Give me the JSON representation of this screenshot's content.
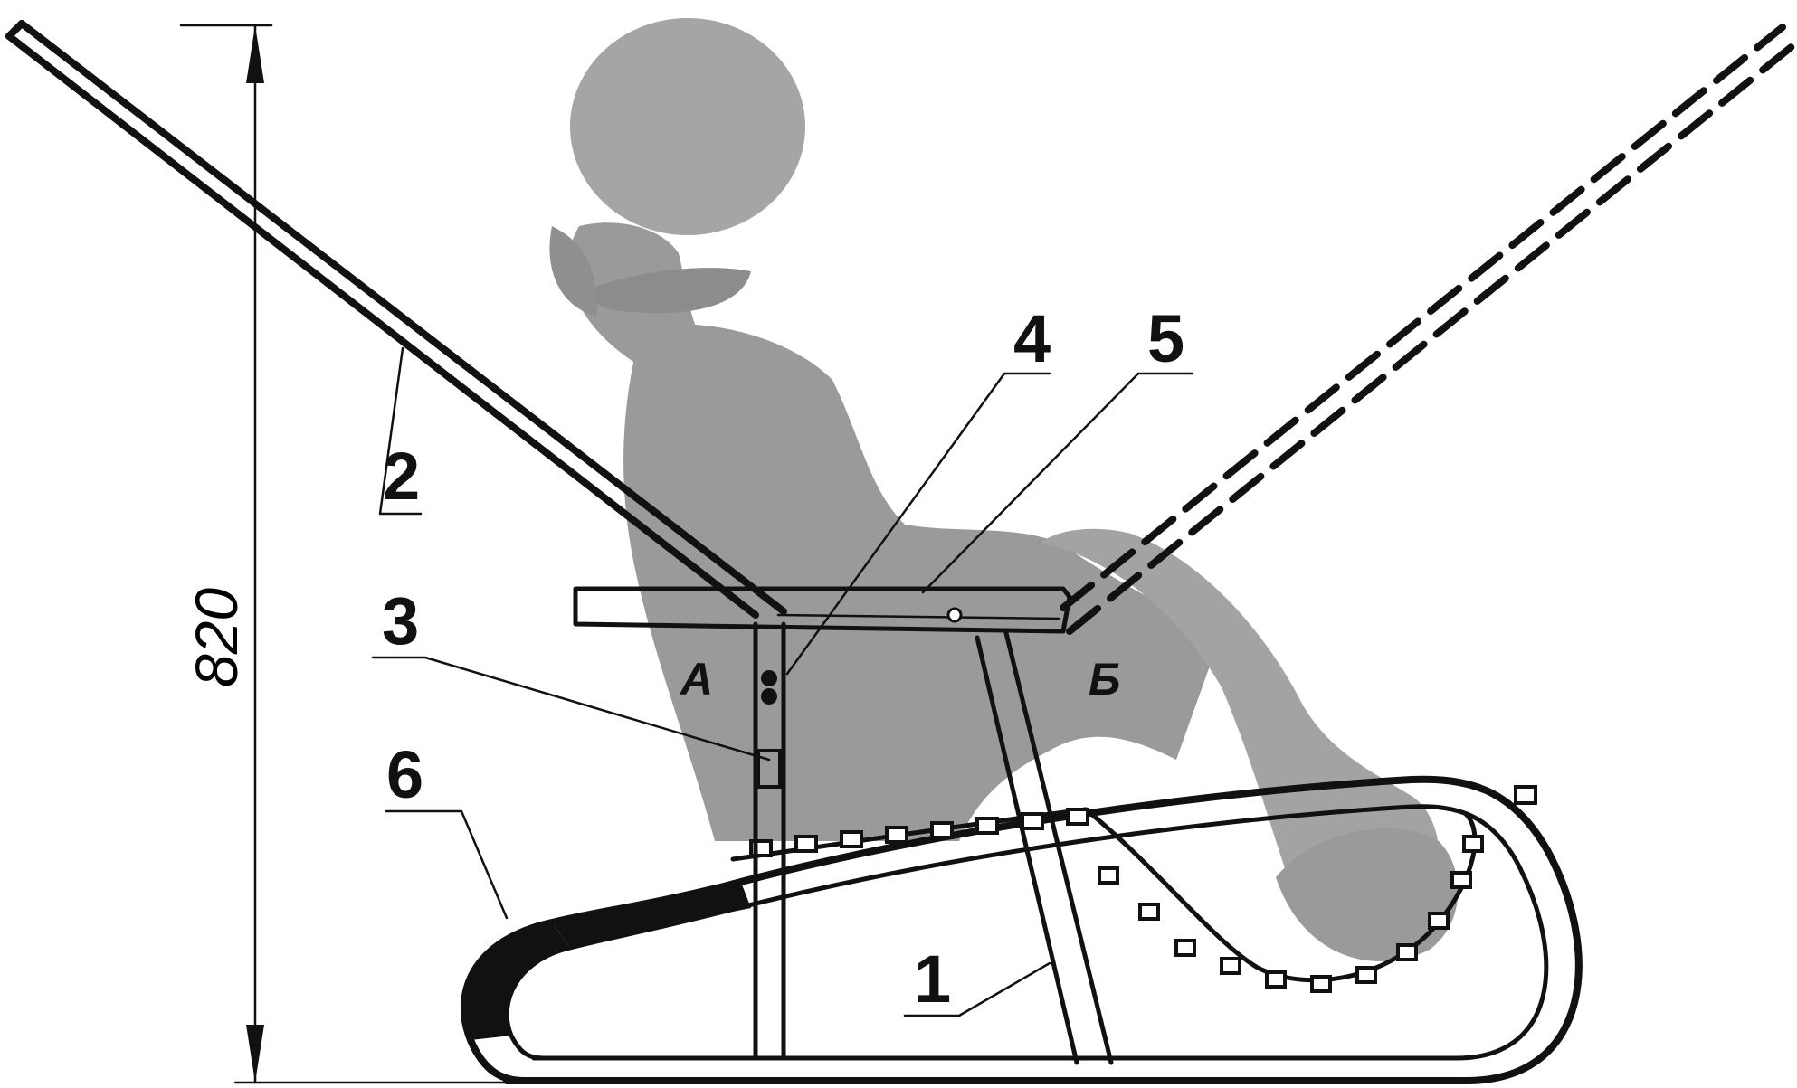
{
  "callouts": [
    {
      "id": "1",
      "text": "1"
    },
    {
      "id": "2",
      "text": "2"
    },
    {
      "id": "3",
      "text": "3"
    },
    {
      "id": "4",
      "text": "4"
    },
    {
      "id": "5",
      "text": "5"
    },
    {
      "id": "6",
      "text": "6"
    }
  ],
  "points": [
    {
      "id": "A",
      "text": "А"
    },
    {
      "id": "B",
      "text": "Б"
    }
  ],
  "dimension": {
    "text": "820"
  },
  "colors": {
    "ink": "#111111",
    "figure": "#9a9a9a",
    "figure_light": "#b4b4b4"
  }
}
